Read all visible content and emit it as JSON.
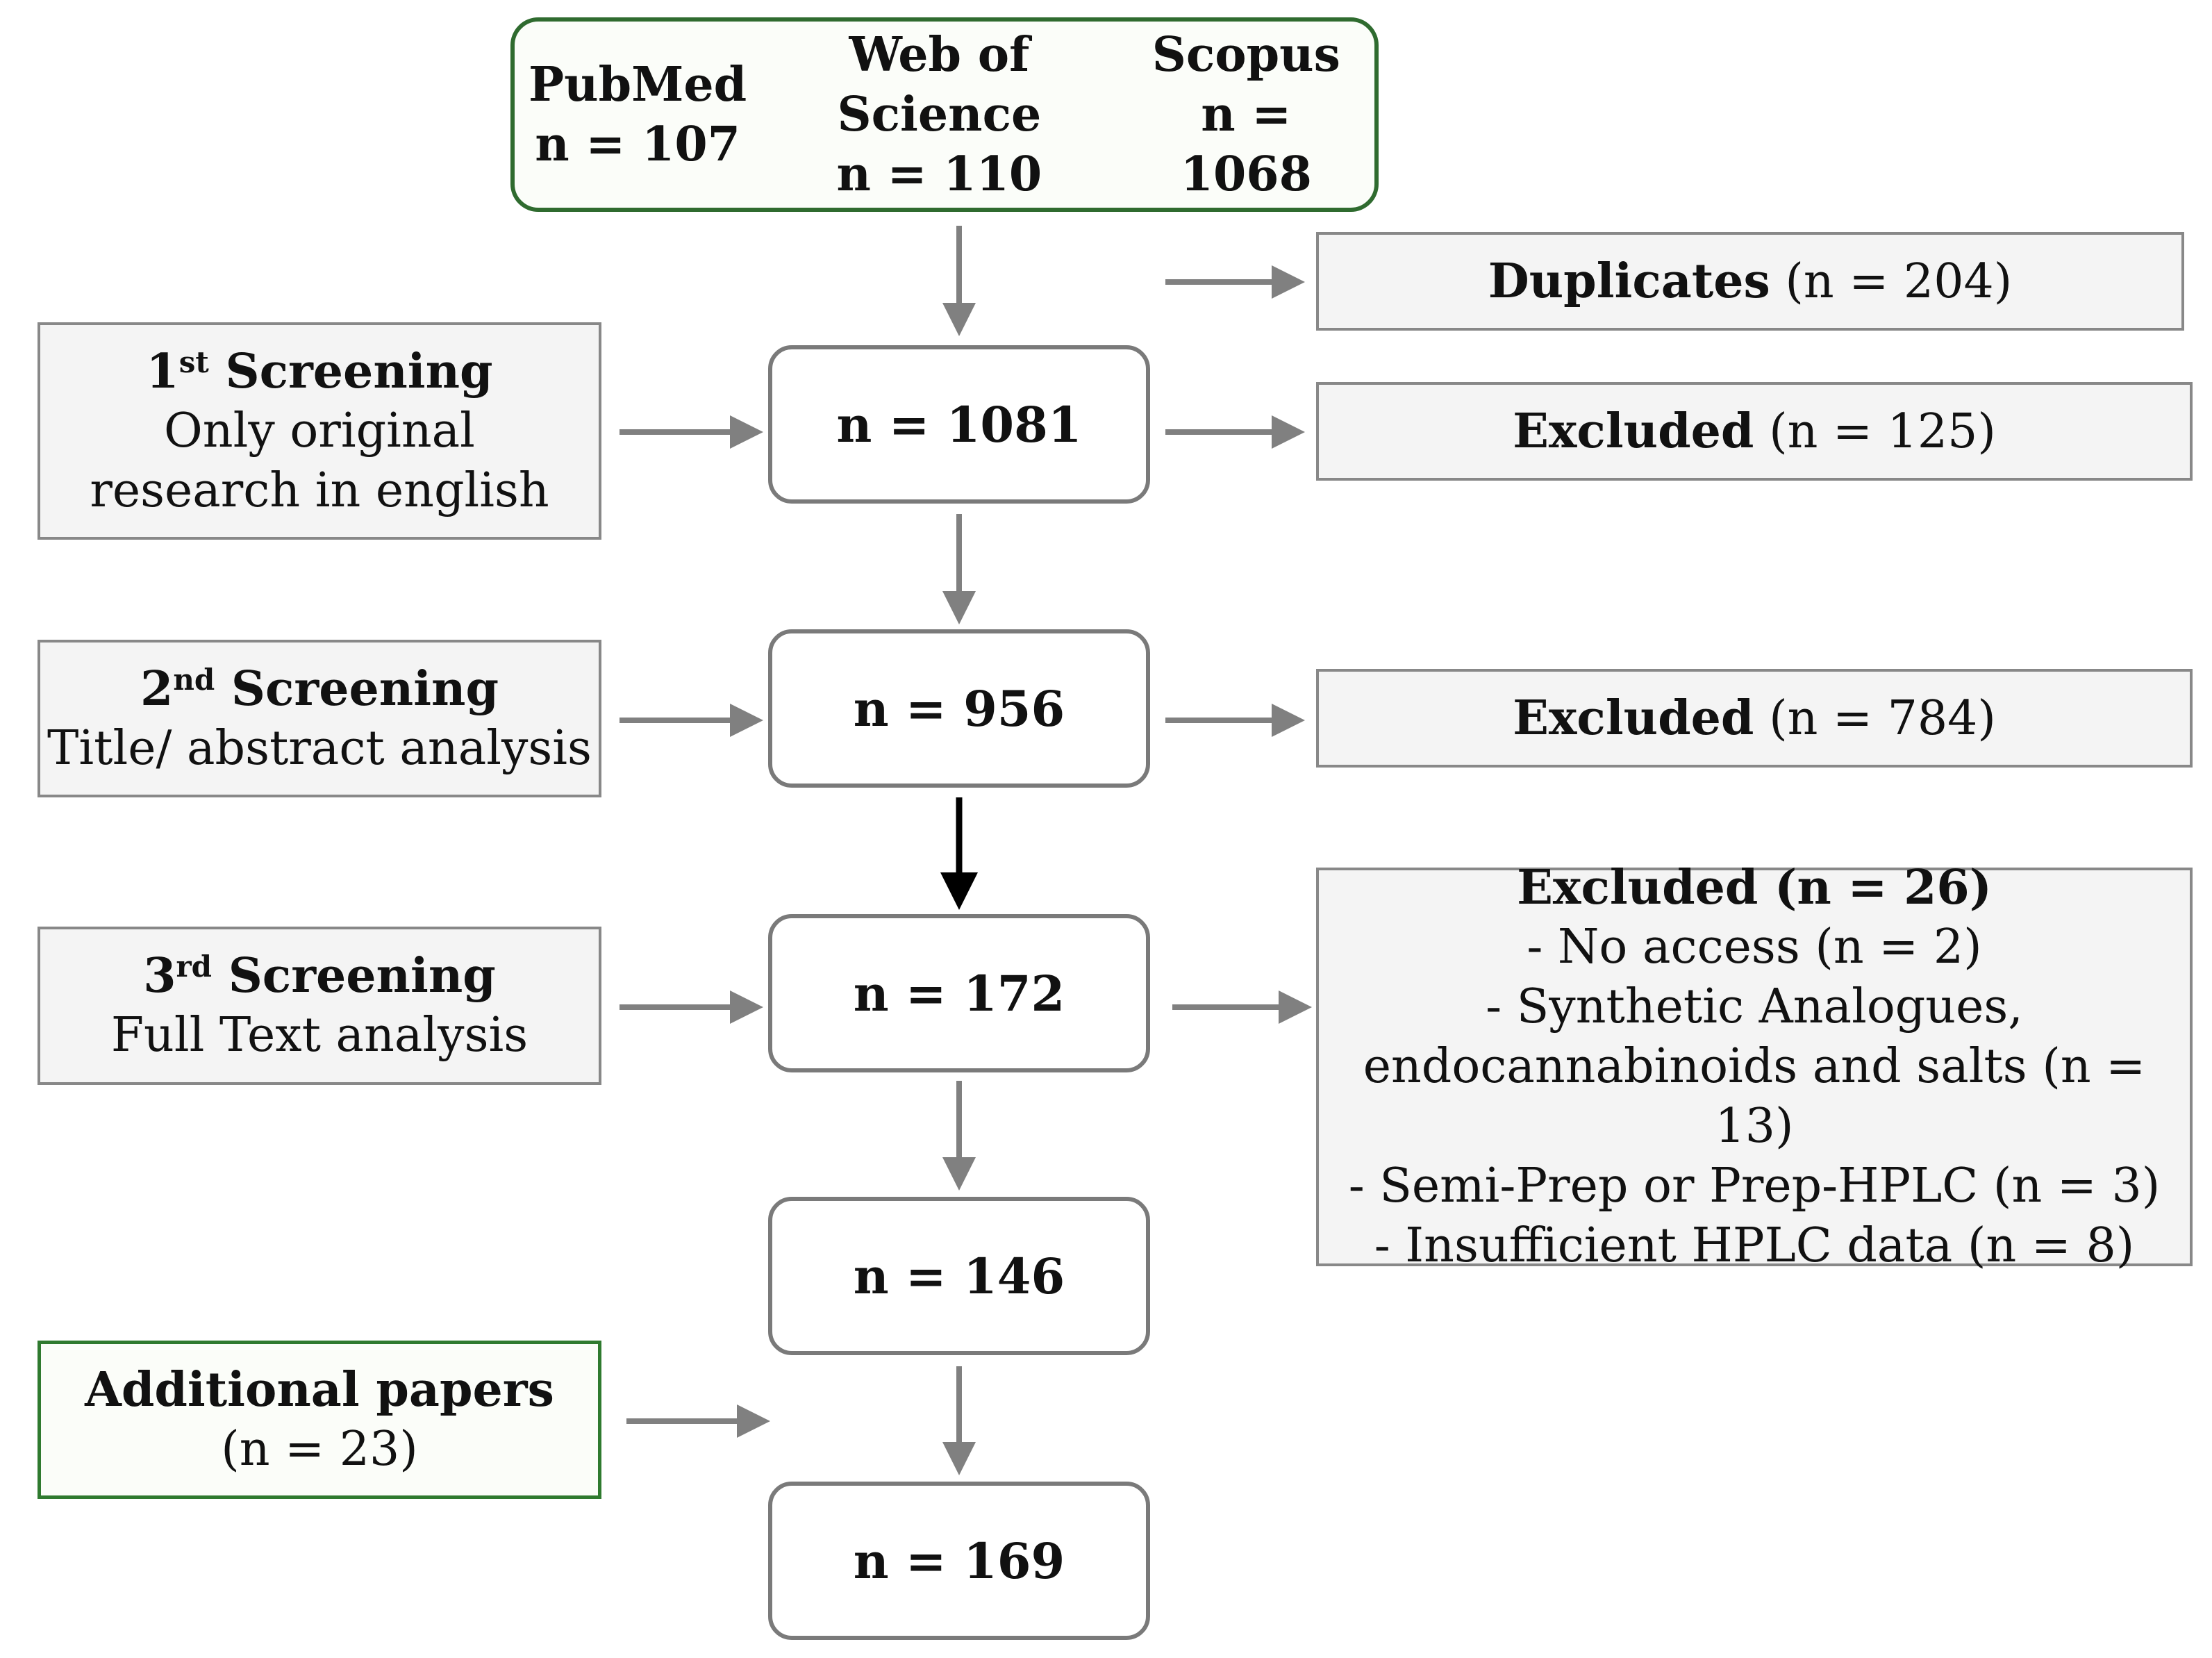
{
  "sources": [
    {
      "name": "PubMed",
      "count": "n = 107"
    },
    {
      "name": "Web of Science",
      "count": "n = 110"
    },
    {
      "name": "Scopus",
      "count": "n = 1068"
    }
  ],
  "flow": {
    "n1": "n = 1081",
    "n2": "n = 956",
    "n3": "n = 172",
    "n4": "n = 146",
    "n5": "n = 169"
  },
  "screenings": [
    {
      "num": "1",
      "sup": "st",
      "title": " Screening",
      "lines": [
        "Only original",
        "research in english"
      ]
    },
    {
      "num": "2",
      "sup": "nd",
      "title": " Screening",
      "lines": [
        "Title/ abstract analysis"
      ]
    },
    {
      "num": "3",
      "sup": "rd",
      "title": " Screening",
      "lines": [
        "Full Text analysis"
      ]
    }
  ],
  "additional": {
    "title": "Additional papers",
    "count": "(n = 23)"
  },
  "duplicates": {
    "label": "Duplicates",
    "count": " (n = 204)"
  },
  "excluded1": {
    "label": "Excluded",
    "count": " (n = 125)"
  },
  "excluded2": {
    "label": "Excluded",
    "count": " (n = 784)"
  },
  "excluded3": {
    "title": "Excluded (n = 26)",
    "reasons": [
      "- No access (n = 2)",
      "- Synthetic Analogues,",
      "endocannabinoids and salts (n = 13)",
      "- Semi-Prep or Prep-HPLC (n = 3)",
      "- Insufficient HPLC data (n = 8)"
    ]
  },
  "colors": {
    "source_border": "#2f6b2f",
    "arrow": "#808080",
    "arrow_dark": "#000000",
    "box_fill": "#f4f4f4"
  }
}
